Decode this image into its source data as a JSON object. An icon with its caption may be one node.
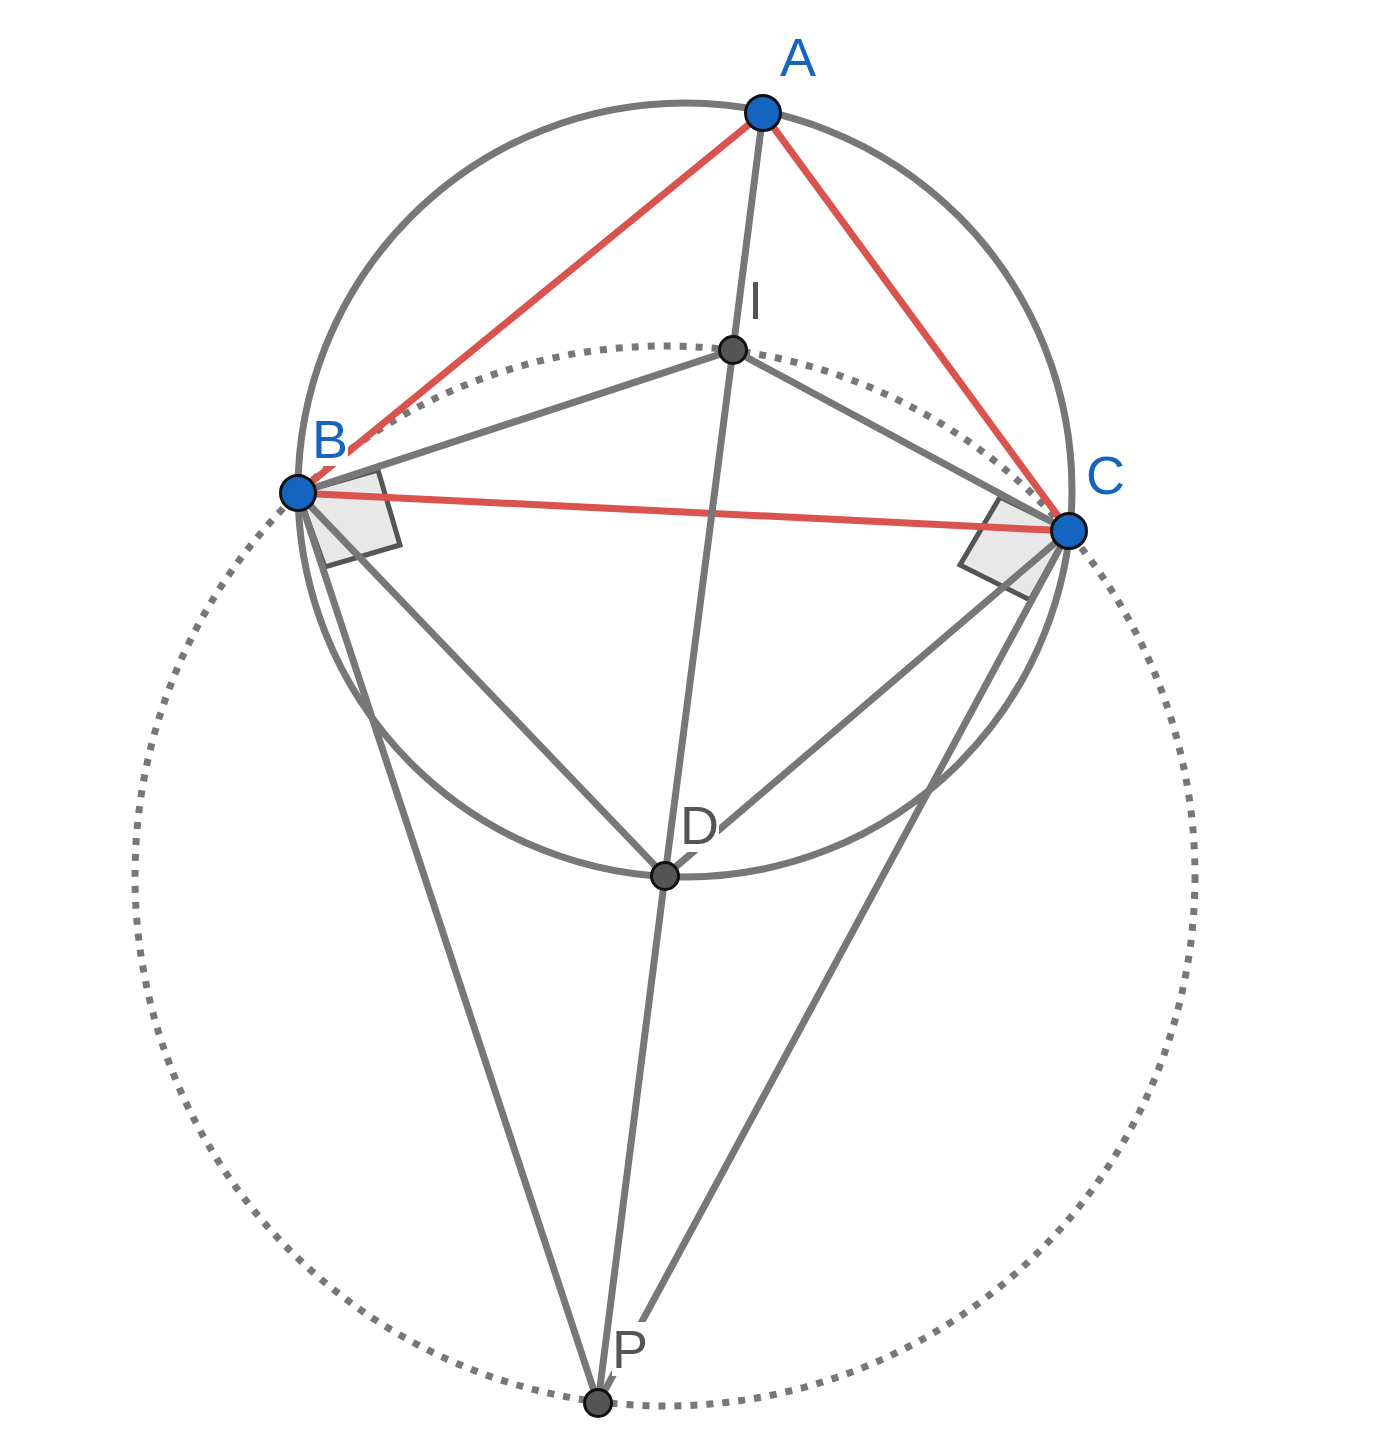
{
  "diagram": {
    "nodes": [
      {
        "text": [],
        "shape": "circle",
        "beside": [
          "A"
        ]
      },
      {
        "text": [],
        "shape": "circle",
        "beside": [
          "B"
        ]
      },
      {
        "text": [],
        "shape": "circle",
        "beside": [
          "C"
        ]
      },
      {
        "text": [],
        "shape": "circle",
        "beside": [
          "I"
        ]
      },
      {
        "text": [],
        "shape": "circle",
        "beside": [
          "D"
        ]
      },
      {
        "text": [],
        "shape": "circle",
        "beside": [
          "P"
        ]
      }
    ],
    "edges": [
      {
        "from": 0,
        "to": 1,
        "arrow": "none",
        "color": "#d9534f"
      },
      {
        "from": 0,
        "to": 2,
        "arrow": "none",
        "color": "#d9534f"
      },
      {
        "from": 1,
        "to": 2,
        "arrow": "none",
        "color": "#d9534f"
      },
      {
        "from": 0,
        "to": 3,
        "arrow": "none"
      },
      {
        "from": 3,
        "to": 4,
        "arrow": "none"
      },
      {
        "from": 4,
        "to": 5,
        "arrow": "none"
      },
      {
        "from": 1,
        "to": 3,
        "arrow": "none"
      },
      {
        "from": 2,
        "to": 3,
        "arrow": "none"
      },
      {
        "from": 1,
        "to": 4,
        "arrow": "none"
      },
      {
        "from": 2,
        "to": 4,
        "arrow": "none"
      },
      {
        "from": 1,
        "to": 5,
        "arrow": "none"
      },
      {
        "from": 2,
        "to": 5,
        "arrow": "none"
      }
    ]
  }
}
